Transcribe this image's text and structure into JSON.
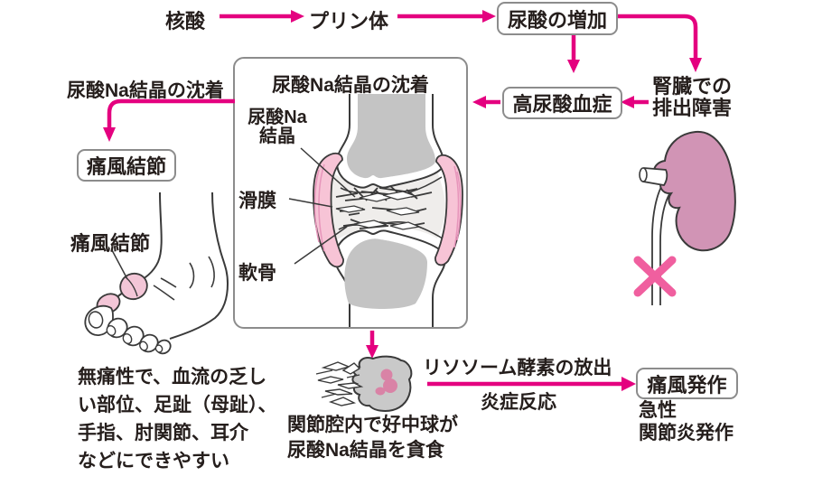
{
  "colors": {
    "arrow_pink": "#e4007f",
    "x_mark_pink": "#f05f9f",
    "box_border_gray": "#8c8c8c",
    "text_dark": "#251e1c",
    "bone_gray": "#c4c4c4",
    "synovium_pink": "#f7c4d6",
    "kidney_pink": "#d194b5",
    "tophus_pink": "#f3c6d7",
    "neutrophil_gray": "#c9c9c9",
    "nucleus_pink": "#d983a6"
  },
  "top_flow": {
    "nucleic_acid": "核酸",
    "purines": "プリン体",
    "uric_acid_increase": "尿酸の増加"
  },
  "right_branch": {
    "renal_line1": "腎臓での",
    "renal_line2": "排出障害",
    "hyperuricemia": "高尿酸血症"
  },
  "center_box": {
    "title": "尿酸Na結晶の沈着",
    "crystal_label_line1": "尿酸Na",
    "crystal_label_line2": "結晶",
    "synovium_label": "滑膜",
    "cartilage_label": "軟骨"
  },
  "left_branch": {
    "deposition_label": "尿酸Na結晶の沈着",
    "tophus_box": "痛風結節",
    "tophus_pointer_label": "痛風結節",
    "note_line1": "無痛性で、血流の乏し",
    "note_line2": "い部位、足趾（母趾）、",
    "note_line3": "手指、肘関節、耳介",
    "note_line4": "などにできやすい"
  },
  "bottom_flow": {
    "phagocytosis_line1": "関節腔内で好中球が",
    "phagocytosis_line2": "尿酸Na結晶を貪食",
    "lysosome_label": "リソソーム酵素の放出",
    "inflammation_label": "炎症反応",
    "gout_attack_box": "痛風発作",
    "acute_line1": "急性",
    "acute_line2": "関節炎発作"
  }
}
